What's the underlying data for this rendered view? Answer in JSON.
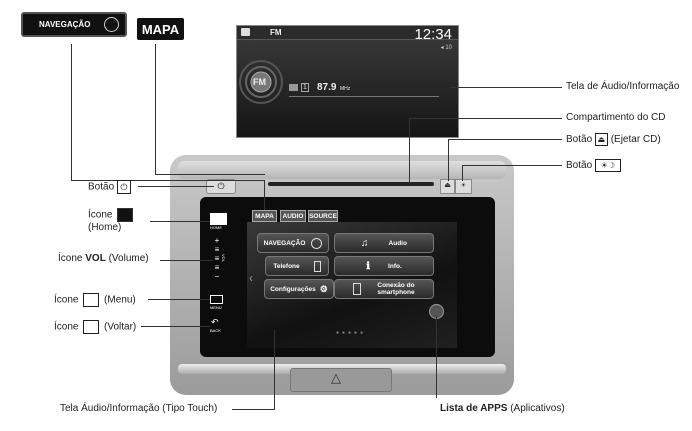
{
  "badges": {
    "navegacao": "NAVEGAÇÃO",
    "mapa": "MAPA"
  },
  "audio_screen": {
    "source": "FM",
    "time": "12:34",
    "volume": "◂ 10",
    "preset": "1",
    "frequency": "87.9",
    "unit": "MHz",
    "logo": "FM"
  },
  "tabs": [
    "MAPA",
    "AUDIO",
    "SOURCE"
  ],
  "menu": {
    "navegacao": "NAVEGAÇÃO",
    "audio": "Audio",
    "telefone": "Telefone",
    "info": "Info.",
    "config": "Configurações",
    "conexao_1": "Conexão do",
    "conexao_2": "smartphone"
  },
  "side_labels": {
    "home": "HOME",
    "menu": "MENU",
    "back": "BACK",
    "vol": "VOL"
  },
  "callouts": {
    "tela_audio": "Tela de Áudio/Informação",
    "compartimento_cd": "Compartimento do CD",
    "botao_ejetar_pre": "Botão",
    "botao_ejetar_post": "(Ejetar CD)",
    "botao_dia_noite": "Botão",
    "botao_power": "Botão",
    "icone_home_1": "Ícone",
    "icone_home_2": "(Home)",
    "icone_vol_pre": "Ícone",
    "icone_vol_bold": "VOL",
    "icone_vol_post": "(Volume)",
    "icone_menu_pre": "Ícone",
    "icone_menu_post": "(Menu)",
    "icone_voltar_pre": "Ícone",
    "icone_voltar_post": "(Voltar)",
    "tela_touch": "Tela Áudio/Informação (Tipo Touch)",
    "lista_apps_bold": "Lista de APPS",
    "lista_apps_post": "(Aplicativos)"
  }
}
